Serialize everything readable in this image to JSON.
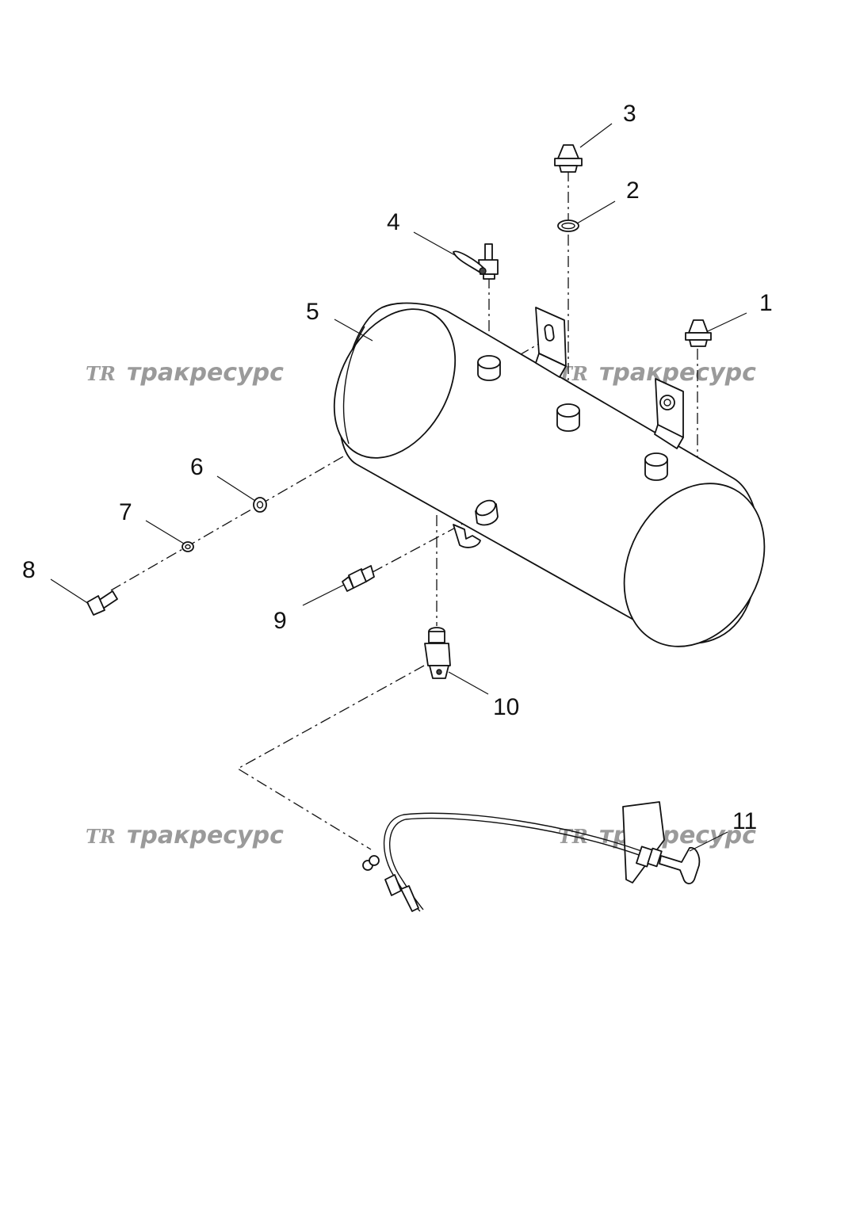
{
  "callouts": {
    "c1": "1",
    "c2": "2",
    "c3": "3",
    "c4": "4",
    "c5": "5",
    "c6": "6",
    "c7": "7",
    "c8": "8",
    "c9": "9",
    "c10": "10",
    "c11": "11"
  },
  "watermark": {
    "logo": "TR",
    "text": "тракресурс"
  },
  "colors": {
    "line": "#111111",
    "watermark": "#9a9a9a",
    "background": "#ffffff"
  }
}
